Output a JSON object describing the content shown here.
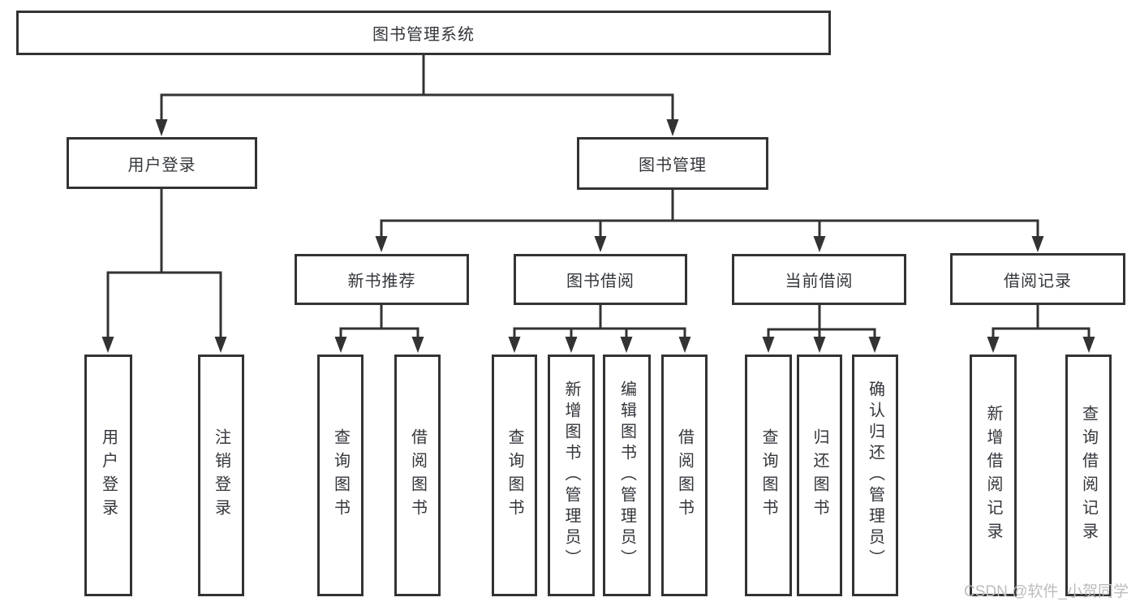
{
  "tree": {
    "root": {
      "label": "图书管理系统"
    },
    "branches": [
      {
        "label": "用户登录",
        "children": [
          {
            "label": "用户登录"
          },
          {
            "label": "注销登录"
          }
        ]
      },
      {
        "label": "图书管理",
        "children": [
          {
            "label": "新书推荐",
            "children": [
              {
                "label": "查询图书"
              },
              {
                "label": "借阅图书"
              }
            ]
          },
          {
            "label": "图书借阅",
            "children": [
              {
                "label": "查询图书"
              },
              {
                "label": "新增图书（管理员）"
              },
              {
                "label": "编辑图书（管理员）"
              },
              {
                "label": "借阅图书"
              }
            ]
          },
          {
            "label": "当前借阅",
            "children": [
              {
                "label": "查询图书"
              },
              {
                "label": "归还图书"
              },
              {
                "label": "确认归还（管理员）"
              }
            ]
          },
          {
            "label": "借阅记录",
            "children": [
              {
                "label": "新增借阅记录"
              },
              {
                "label": "查询借阅记录"
              }
            ]
          }
        ]
      }
    ]
  },
  "watermark": {
    "text": "CSDN @软件_小贺同学"
  },
  "colors": {
    "line": "#333333",
    "text": "#33363b",
    "watermark": "#bcbcbc",
    "background": "#ffffff"
  }
}
